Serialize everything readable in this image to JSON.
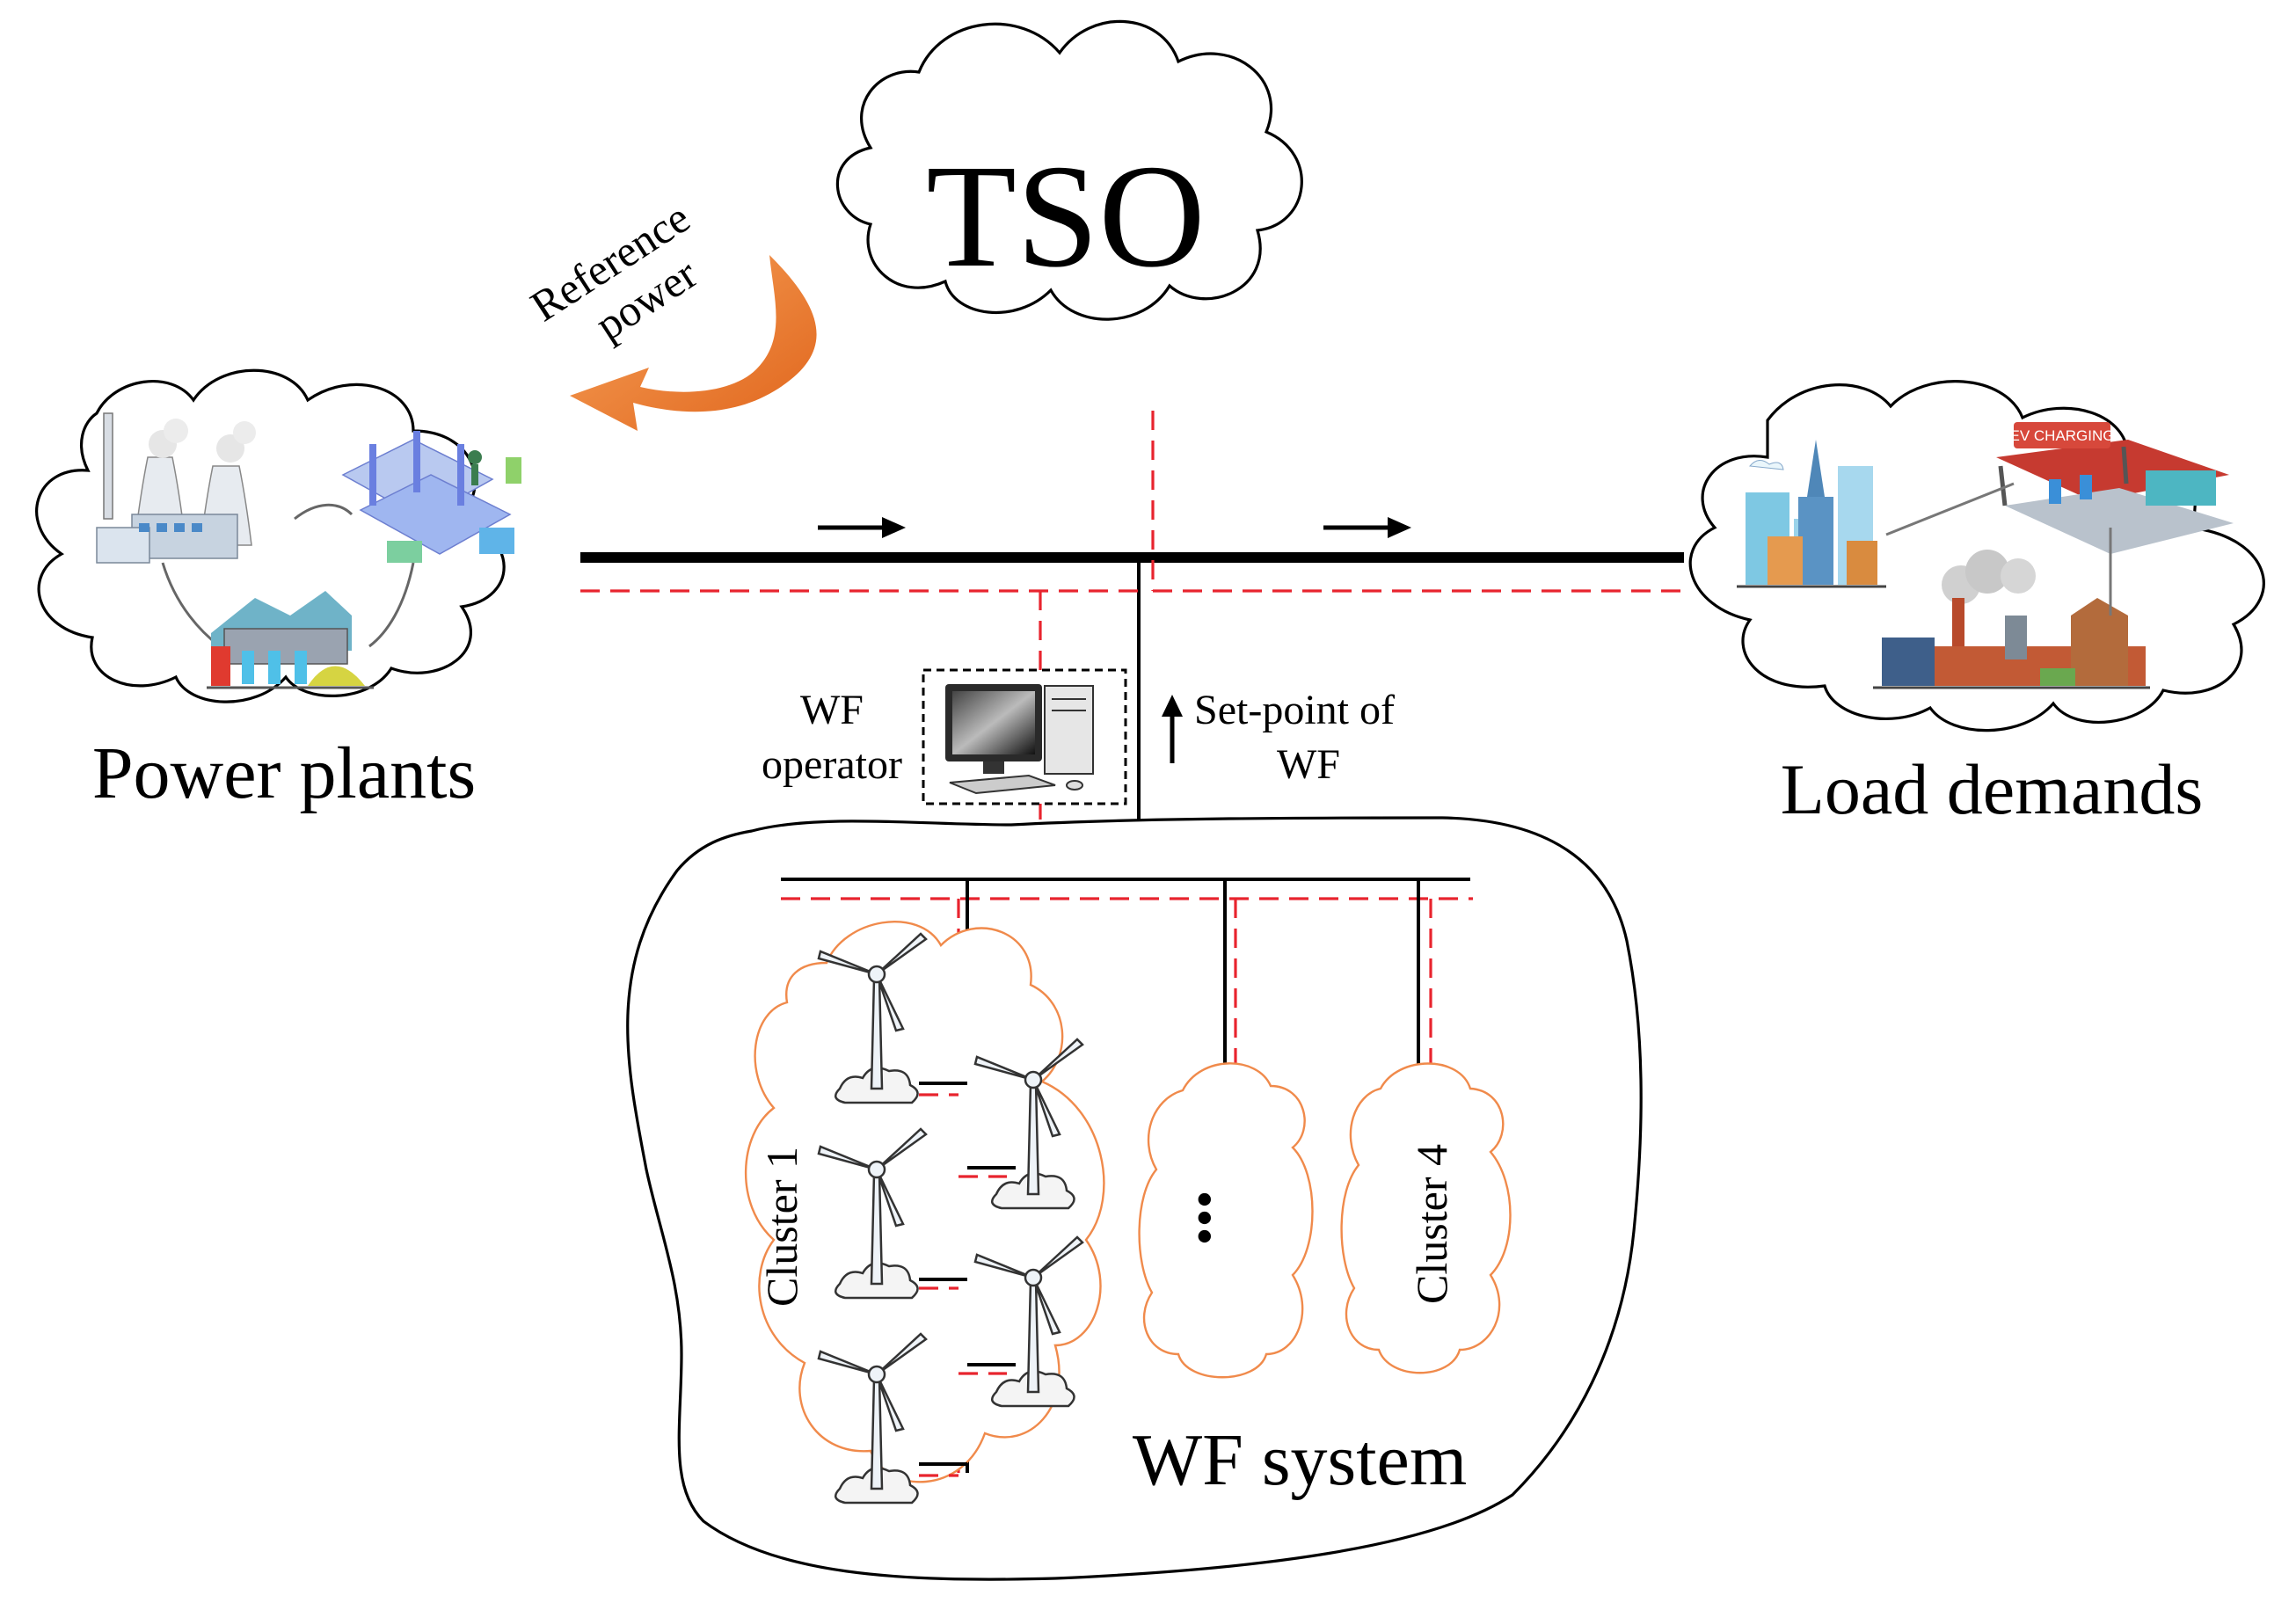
{
  "tso": {
    "label": "TSO"
  },
  "reference_power": {
    "line1": "Reference",
    "line2": "power"
  },
  "power_plants": {
    "label": "Power plants"
  },
  "load_demands": {
    "label": "Load demands",
    "ev_sign": "EV CHARGING"
  },
  "wf_operator": {
    "line1": "WF",
    "line2": "operator"
  },
  "setpoint": {
    "line1": "Set-point of",
    "line2": "WF"
  },
  "wf_system": {
    "label": "WF system"
  },
  "clusters": {
    "first": "Cluster 1",
    "middle": "•••",
    "last": "Cluster 4"
  },
  "colors": {
    "power_line": "#000000",
    "comm_line": "#e8242e",
    "arrow": "#ec7a2b",
    "cluster_outline": "#f08a4b"
  }
}
